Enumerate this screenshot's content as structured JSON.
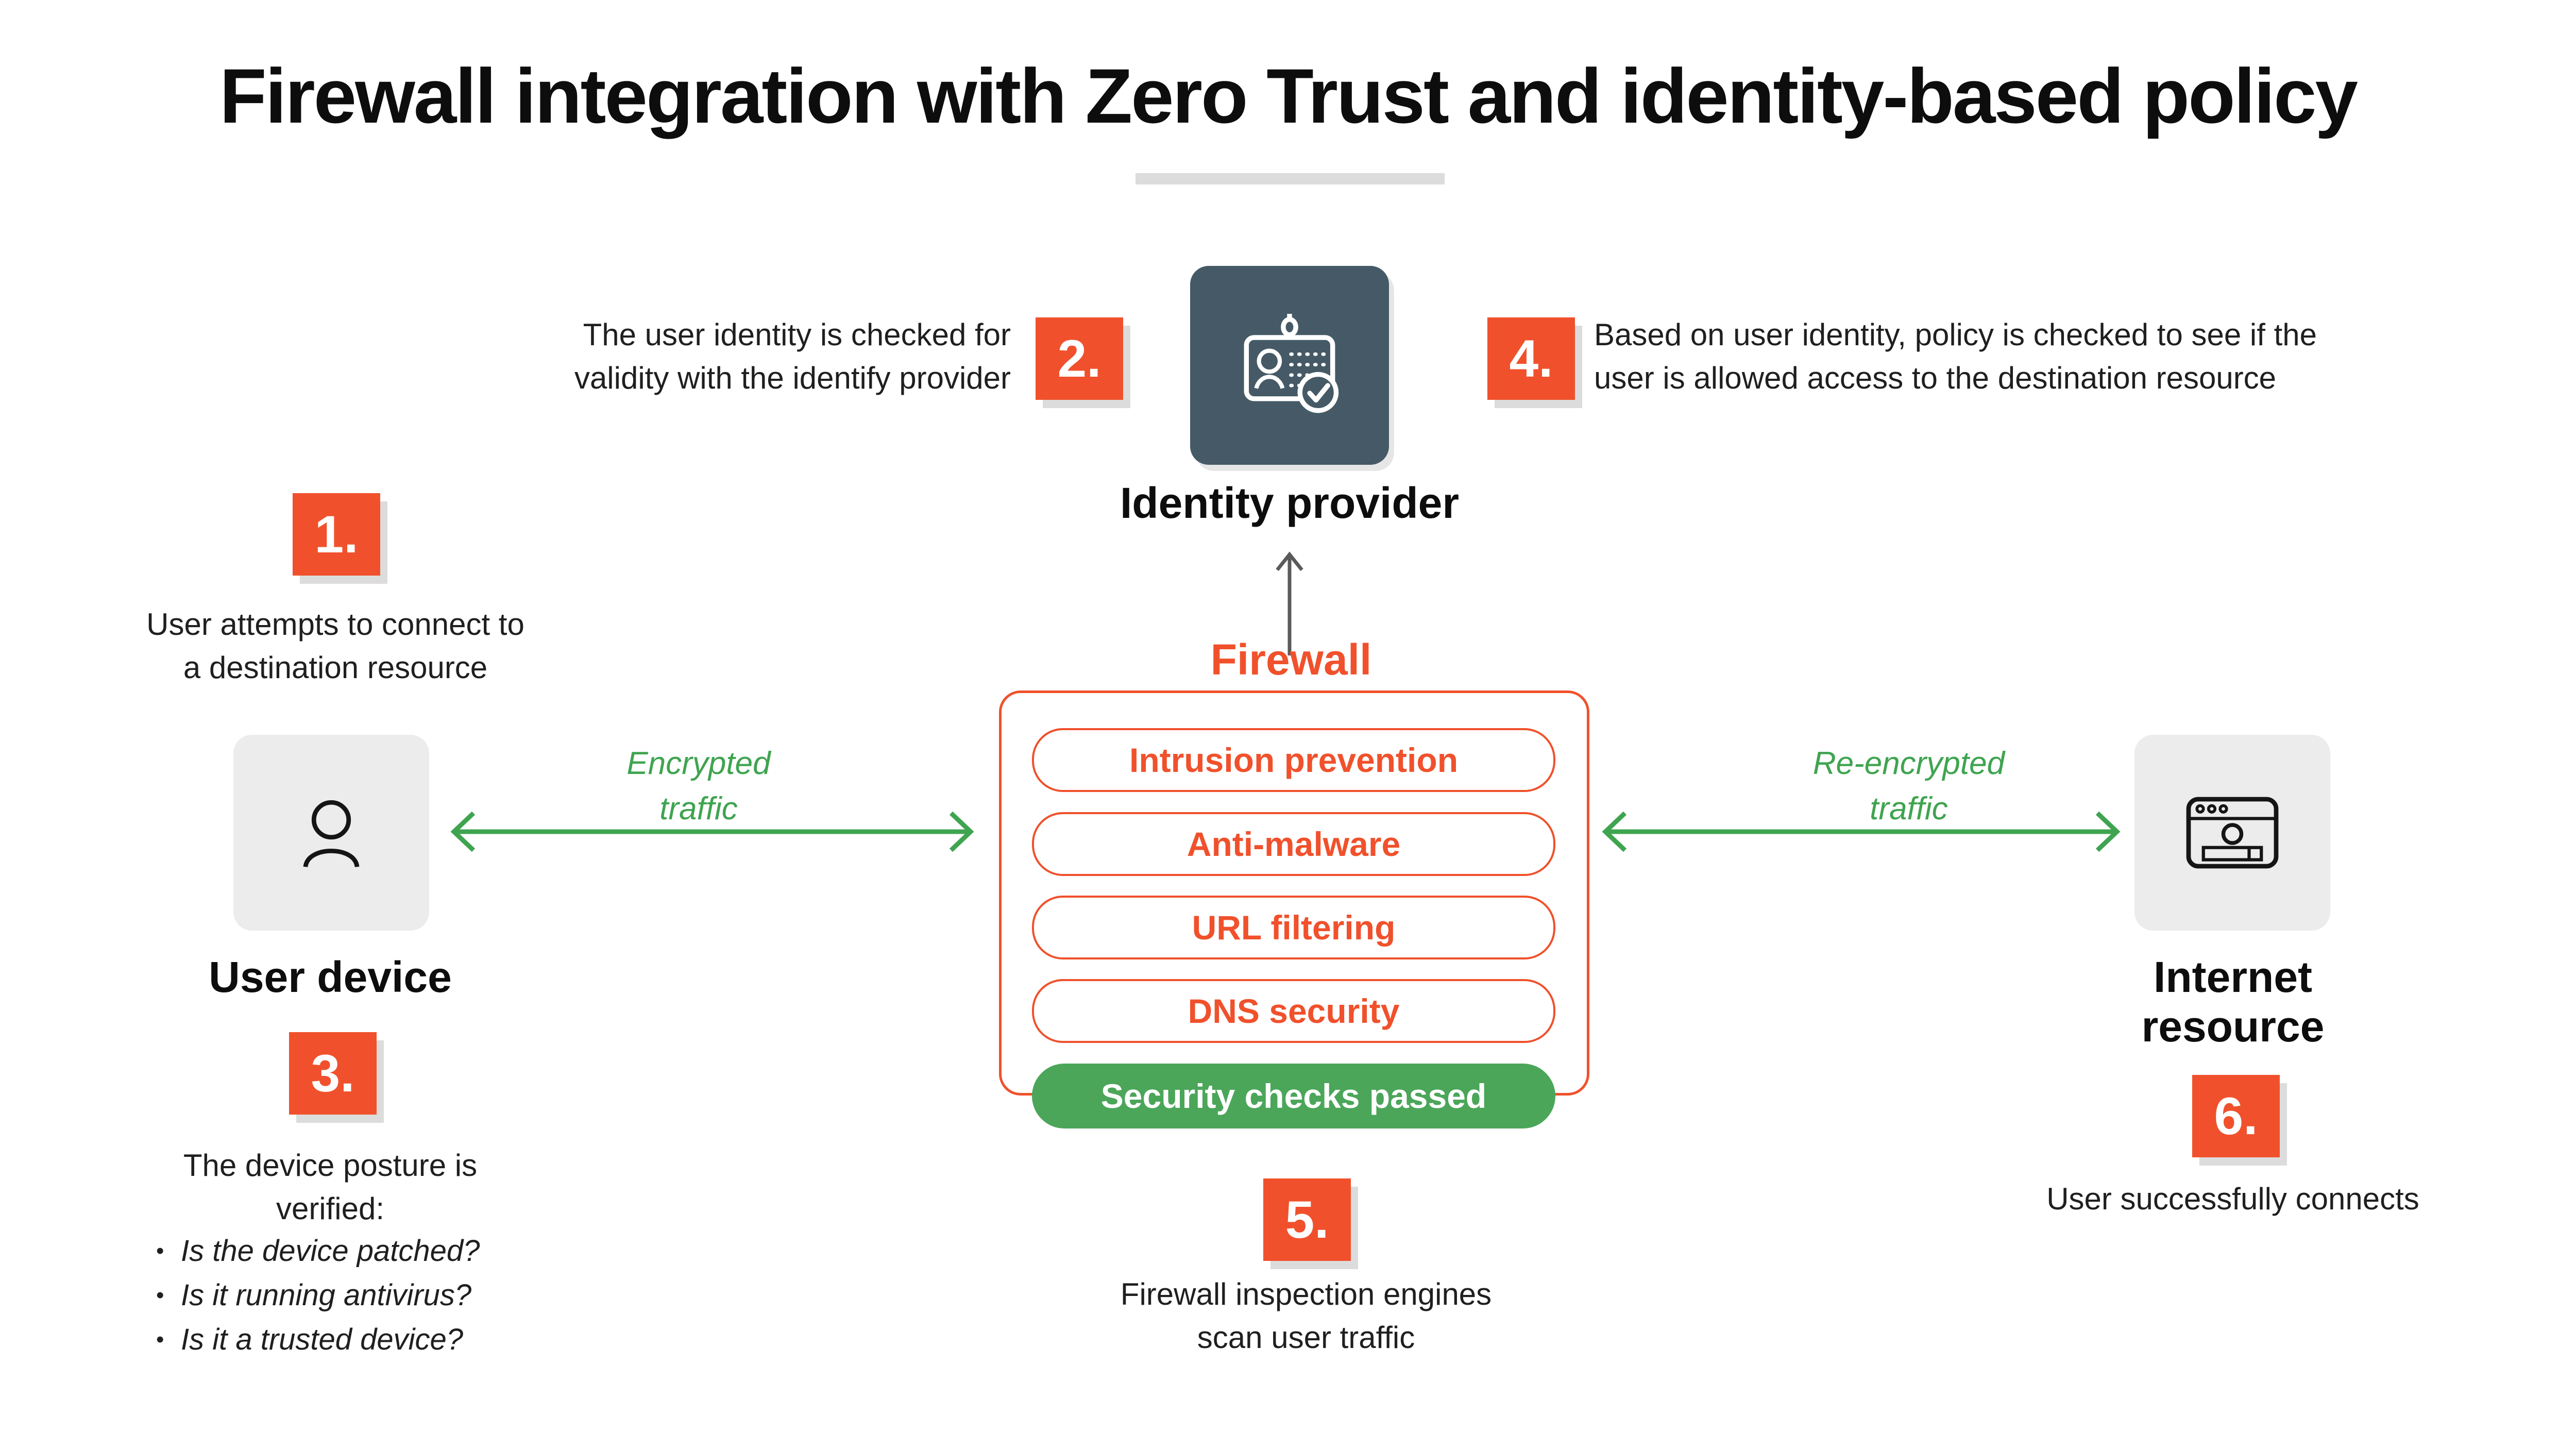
{
  "title": "Firewall integration with Zero Trust and identity-based policy",
  "steps": {
    "s1": {
      "num": "1.",
      "text": "User attempts to connect to\na destination resource"
    },
    "s2": {
      "num": "2.",
      "text": "The user identity is checked for\nvalidity with the identify provider"
    },
    "s3": {
      "num": "3.",
      "intro": "The device posture is\nverified:",
      "bullets": [
        "Is the device patched?",
        "Is it running antivirus?",
        "Is it a trusted device?"
      ]
    },
    "s4": {
      "num": "4.",
      "text": "Based on user identity, policy is checked to see if the\nuser is allowed access to the destination resource"
    },
    "s5": {
      "num": "5.",
      "text": "Firewall inspection engines\nscan user traffic"
    },
    "s6": {
      "num": "6.",
      "text": "User successfully connects"
    }
  },
  "nodes": {
    "identity_provider": {
      "label": "Identity provider",
      "icon": "id-badge-check-icon"
    },
    "user_device": {
      "label": "User device",
      "icon": "person-icon"
    },
    "internet_resource": {
      "label": "Internet\nresource",
      "icon": "browser-window-icon"
    },
    "firewall": {
      "label": "Firewall",
      "engines": [
        "Intrusion prevention",
        "Anti-malware",
        "URL filtering",
        "DNS security"
      ],
      "status": "Security checks passed"
    }
  },
  "traffic": {
    "left": "Encrypted\ntraffic",
    "right": "Re-encrypted\ntraffic"
  },
  "colors": {
    "orange": "#F0512C",
    "slate": "#455A66",
    "green": "#3FA450",
    "green_fill": "#4BA65A",
    "gray_box": "#ECECEC",
    "shadow": "#DCDCDC"
  }
}
